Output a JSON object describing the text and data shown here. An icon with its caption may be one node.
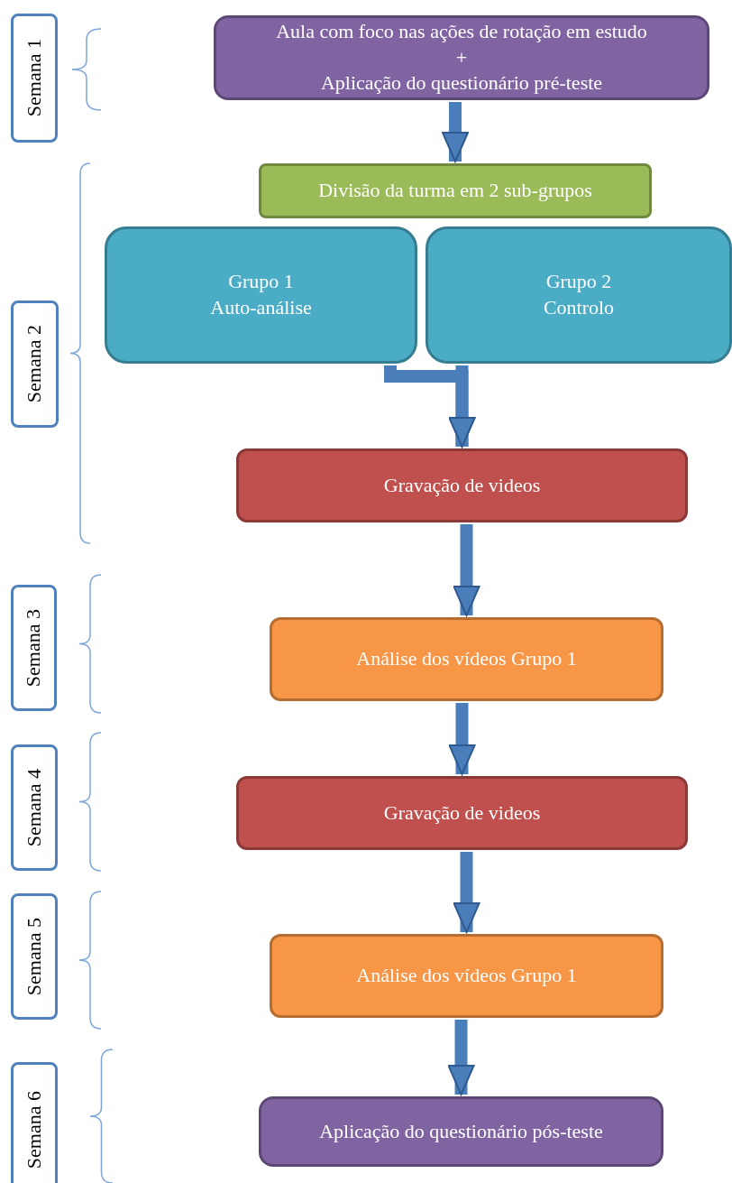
{
  "diagram": {
    "nodes": [
      {
        "text": [
          "Semana 1"
        ]
      },
      {
        "text": [
          "Aula com foco nas ações de rotação em estudo",
          "+",
          "Aplicação do questionário pré-teste"
        ]
      },
      {
        "text": [
          "Semana 2"
        ]
      },
      {
        "text": [
          "Divisão da turma em 2 sub-grupos"
        ]
      },
      {
        "text": [
          "Grupo 1",
          "Auto-análise"
        ]
      },
      {
        "text": [
          "Grupo 2",
          "Controlo"
        ]
      },
      {
        "text": [
          "Gravação de videos"
        ]
      },
      {
        "text": [
          "Semana 3"
        ]
      },
      {
        "text": [
          "Análise dos vídeos Grupo 1"
        ]
      },
      {
        "text": [
          "Semana 4"
        ]
      },
      {
        "text": [
          "Gravação de videos"
        ]
      },
      {
        "text": [
          "Semana 5"
        ]
      },
      {
        "text": [
          "Análise dos vídeos Grupo 1"
        ]
      },
      {
        "text": [
          "Semana 6"
        ]
      },
      {
        "text": [
          "Aplicação do questionário pós-teste"
        ]
      }
    ],
    "edges": [
      {
        "from": 1,
        "to": 3,
        "arrow": "to"
      },
      {
        "from": 4,
        "to": 6,
        "arrow": "to"
      },
      {
        "from": 5,
        "to": 6,
        "arrow": "to"
      },
      {
        "from": 6,
        "to": 8,
        "arrow": "to"
      },
      {
        "from": 8,
        "to": 10,
        "arrow": "to"
      },
      {
        "from": 10,
        "to": 12,
        "arrow": "to"
      },
      {
        "from": 12,
        "to": 14,
        "arrow": "to"
      }
    ]
  }
}
